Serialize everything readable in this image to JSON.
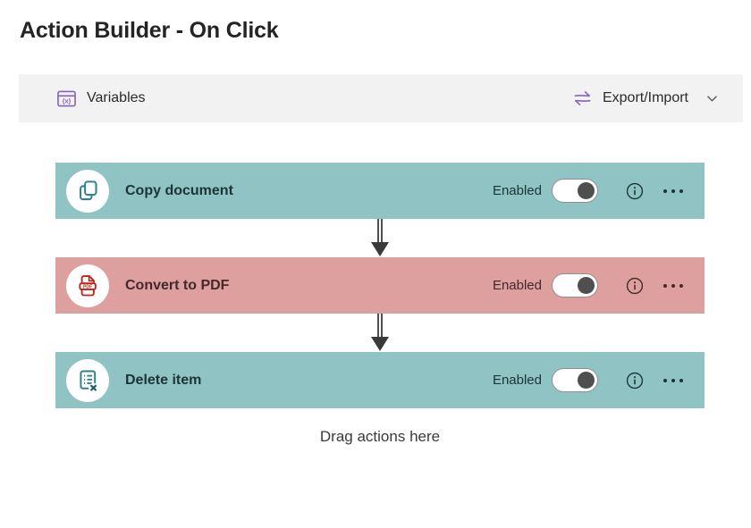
{
  "page": {
    "title": "Action Builder - On Click"
  },
  "toolbar": {
    "variables_label": "Variables",
    "export_import_label": "Export/Import"
  },
  "cards": [
    {
      "title": "Copy document",
      "status_label": "Enabled",
      "enabled": true,
      "icon": "copy-document-icon",
      "style": "--card-bg:#8fc3c4;--card-fg:#1c3436;--icon-color:#2e8289"
    },
    {
      "title": "Convert to PDF",
      "status_label": "Enabled",
      "enabled": true,
      "icon": "convert-to-pdf-icon",
      "style": "--card-bg:#dda09f;--card-fg:#44282a;--icon-color:#bf2218"
    },
    {
      "title": "Delete item",
      "status_label": "Enabled",
      "enabled": true,
      "icon": "delete-item-icon",
      "style": "--card-bg:#8fc3c4;--card-fg:#1c3436;--icon-color:#2e8289"
    }
  ],
  "empty_hint": "Drag actions here",
  "icons": {
    "variables": "window-with-(x)",
    "variables_glyph": "(x)",
    "export_import": "swap-arrows",
    "chevron": "chevron-down",
    "info": "circled-i",
    "more": "ellipsis",
    "connector": "double-shaft-down-arrow",
    "pdf_badge_text": "PDF"
  },
  "colors": {
    "teal_card_bg": "#8fc3c4",
    "pink_card_bg": "#dda09f",
    "toolbar_bg": "#f2f2f2",
    "accent_purple": "#8764b8",
    "title_text": "#242424",
    "toggle_knob": "#4f4f4f",
    "arrow": "#3a3a3a",
    "pdf_red": "#bf2218",
    "copy_teal": "#2e8289"
  }
}
